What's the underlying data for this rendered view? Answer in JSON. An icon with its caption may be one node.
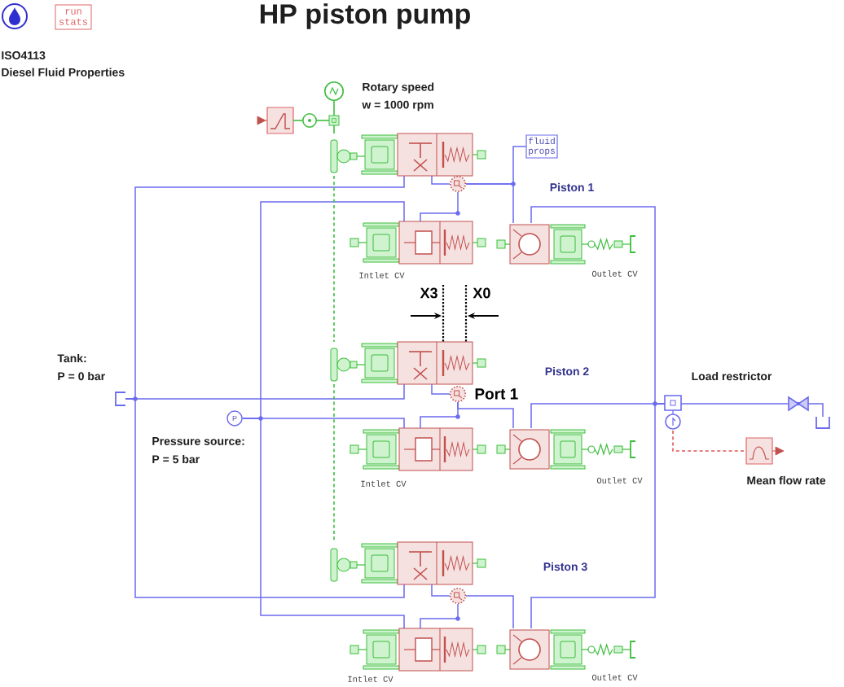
{
  "diagram": {
    "title": "HP piston pump",
    "nodes": [
      {
        "text": [
          "run stats"
        ]
      },
      {
        "text": [],
        "shape": "circle",
        "beside": [
          "Rotary speed",
          "w = 1000 rpm"
        ]
      },
      {
        "text": [],
        "shape": "picture"
      },
      {
        "text": [],
        "shape": "circle"
      },
      {
        "text": [],
        "shape": "box"
      },
      {
        "text": [
          "fluid props"
        ]
      },
      {
        "text": [],
        "shape": "picture"
      },
      {
        "text": [],
        "shape": "picture"
      },
      {
        "text": [],
        "shape": "picture",
        "beside": [
          "Intlet CV"
        ]
      },
      {
        "text": [],
        "shape": "picture",
        "beside": [
          "Outlet CV"
        ]
      },
      {
        "text": [],
        "shape": "picture",
        "beside": [
          "Tank:",
          "P = 0 bar"
        ]
      },
      {
        "text": [
          "P"
        ],
        "beside": [
          "Pressure source:",
          "P = 5 bar"
        ]
      },
      {
        "text": [],
        "shape": "picture"
      },
      {
        "text": [],
        "shape": "picture",
        "beside": [
          "Port 1"
        ]
      },
      {
        "text": [],
        "shape": "picture",
        "beside": [
          "Intlet CV"
        ]
      },
      {
        "text": [],
        "shape": "picture",
        "beside": [
          "Outlet CV"
        ]
      },
      {
        "text": [],
        "shape": "picture"
      },
      {
        "text": [],
        "shape": "picture",
        "beside": [
          "Load restrictor"
        ]
      },
      {
        "text": [],
        "shape": "picture"
      },
      {
        "text": [],
        "shape": "picture",
        "beside": [
          "Mean flow rate"
        ]
      },
      {
        "text": [],
        "shape": "picture"
      },
      {
        "text": [],
        "shape": "picture"
      },
      {
        "text": [],
        "shape": "picture",
        "beside": [
          "Intlet CV"
        ]
      },
      {
        "text": [],
        "shape": "picture",
        "beside": [
          "Outlet CV"
        ]
      }
    ],
    "edges": [
      {
        "from": 10,
        "to": 6,
        "arrow": "none"
      },
      {
        "from": 10,
        "to": 12,
        "arrow": "none"
      },
      {
        "from": 10,
        "to": 20,
        "arrow": "none"
      },
      {
        "from": 11,
        "to": 8,
        "arrow": "none"
      },
      {
        "from": 11,
        "to": 14,
        "arrow": "none"
      },
      {
        "from": 11,
        "to": 22,
        "arrow": "none"
      },
      {
        "from": 6,
        "to": 7,
        "arrow": "none"
      },
      {
        "from": 12,
        "to": 13,
        "arrow": "none"
      },
      {
        "from": 20,
        "to": 21,
        "arrow": "none"
      },
      {
        "from": 7,
        "to": 8,
        "arrow": "none"
      },
      {
        "from": 13,
        "to": 14,
        "arrow": "none"
      },
      {
        "from": 21,
        "to": 22,
        "arrow": "none"
      },
      {
        "from": 7,
        "to": 9,
        "arrow": "none"
      },
      {
        "from": 13,
        "to": 15,
        "arrow": "none"
      },
      {
        "from": 21,
        "to": 23,
        "arrow": "none"
      },
      {
        "from": 5,
        "to": 7,
        "arrow": "none"
      },
      {
        "from": 9,
        "to": 16,
        "arrow": "none"
      },
      {
        "from": 15,
        "to": 16,
        "arrow": "none"
      },
      {
        "from": 23,
        "to": 16,
        "arrow": "none"
      },
      {
        "from": 16,
        "to": 17,
        "arrow": "none"
      },
      {
        "from": 17,
        "to": 18,
        "arrow": "none"
      },
      {
        "from": 16,
        "to": 19,
        "arrow": "none",
        "style": "dashed",
        "color": "#e05555"
      },
      {
        "from": 1,
        "to": 4,
        "arrow": "none",
        "color": "#3dbe3d"
      },
      {
        "from": 2,
        "to": 3,
        "arrow": "none",
        "color": "#3dbe3d"
      },
      {
        "from": 3,
        "to": 4,
        "arrow": "none",
        "color": "#3dbe3d"
      },
      {
        "from": 4,
        "to": 6,
        "arrow": "none",
        "color": "#3dbe3d"
      },
      {
        "from": 6,
        "to": 12,
        "arrow": "none",
        "style": "dashed",
        "color": "#3dbe3d"
      },
      {
        "from": 12,
        "to": 20,
        "arrow": "none",
        "style": "dashed",
        "color": "#3dbe3d"
      }
    ],
    "labels": [
      "ISO4113",
      "Diesel Fluid Properties",
      "Piston 1",
      "X3",
      "X0",
      "Piston 2",
      "Piston 3"
    ]
  }
}
